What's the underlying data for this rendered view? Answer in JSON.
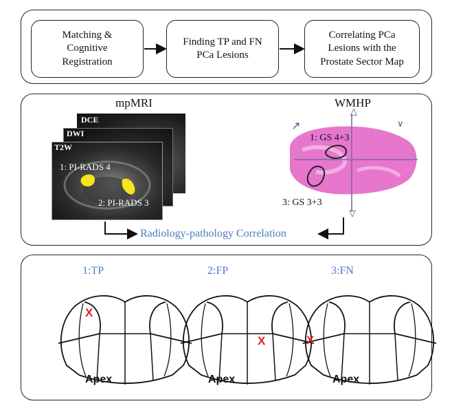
{
  "workflow": {
    "steps": [
      "Matching &\nCognitive\nRegistration",
      "Finding TP and FN\nPCa Lesions",
      "Correlating PCa\nLesions with the\nProstate Sector Map"
    ]
  },
  "imaging": {
    "mpmri_title": "mpMRI",
    "wmhp_title": "WMHP",
    "sequences": [
      "DCE",
      "DWI",
      "T2W"
    ],
    "mri_lesions": [
      "1: PI-RADS 4",
      "2: PI-RADS 3"
    ],
    "pathology_lesions": [
      "1: GS 4+3",
      "3: GS 3+3"
    ],
    "correlation_label": "Radiology-pathology Correlation",
    "lesion_color": "#f5e51d",
    "tissue_color": "#e25fc4",
    "correlation_color": "#4d7bc2"
  },
  "sector_maps": [
    {
      "title": "1:TP",
      "mark": "X",
      "label": "Apex"
    },
    {
      "title": "2:FP",
      "mark": "X",
      "label": "Apex"
    },
    {
      "title": "3:FN",
      "mark": "X",
      "label": "Apex"
    }
  ],
  "colors": {
    "mark": "#e41e1e",
    "title": "#4d7bc2"
  }
}
